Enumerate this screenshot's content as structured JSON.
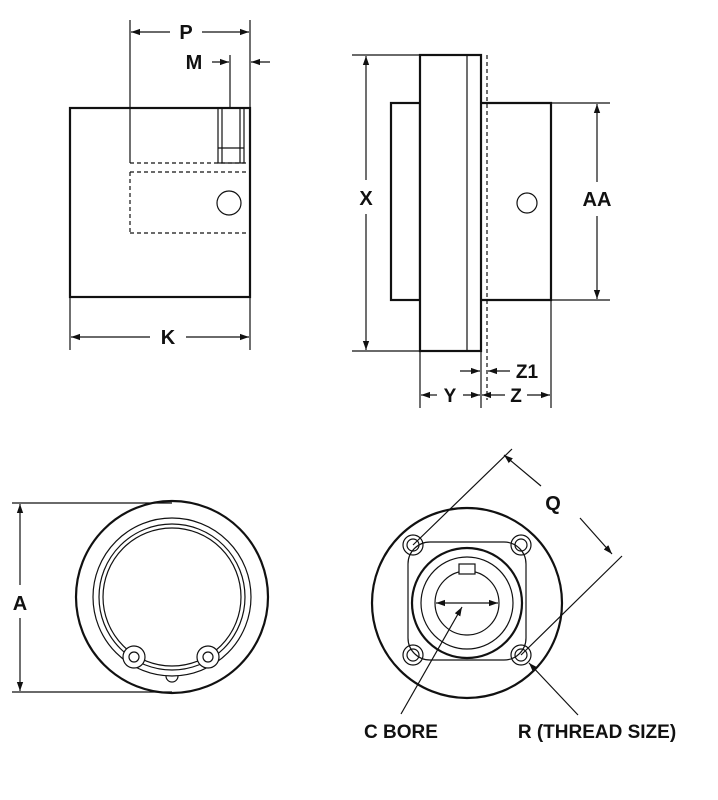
{
  "labels": {
    "p": "P",
    "m": "M",
    "k": "K",
    "x": "X",
    "aa": "AA",
    "z1": "Z1",
    "y": "Y",
    "z": "Z",
    "a": "A",
    "q": "Q",
    "c_bore": "C BORE",
    "r_thread": "R (THREAD SIZE)"
  }
}
